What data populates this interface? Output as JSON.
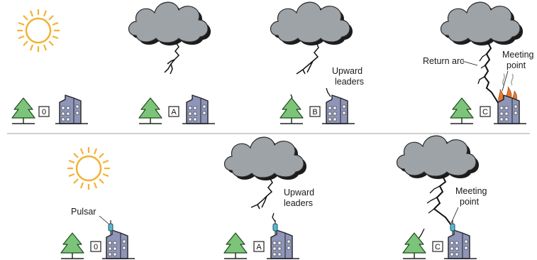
{
  "top_row": {
    "panels": [
      {
        "step": "0"
      },
      {
        "step": "A"
      },
      {
        "step": "B",
        "annotation": [
          "Upward",
          "leaders"
        ]
      },
      {
        "step": "C",
        "annotation_left": "Return arc",
        "annotation_right": [
          "Meeting",
          "point"
        ]
      }
    ]
  },
  "bottom_row": {
    "panels": [
      {
        "step": "0",
        "annotation": "Pulsar"
      },
      {
        "step": "A",
        "annotation": [
          "Upward",
          "leaders"
        ]
      },
      {
        "step": "C",
        "annotation": [
          "Meeting",
          "point"
        ]
      }
    ]
  },
  "colors": {
    "sun": "#f2b233",
    "cloud": "#9ea3a7",
    "cloud_shadow": "#1c1c1c",
    "tree": "#7cc47a",
    "building": "#8f95b8",
    "pulsar": "#5bb7cf",
    "fire": "#e8772a",
    "divider": "#b5b5b5"
  }
}
